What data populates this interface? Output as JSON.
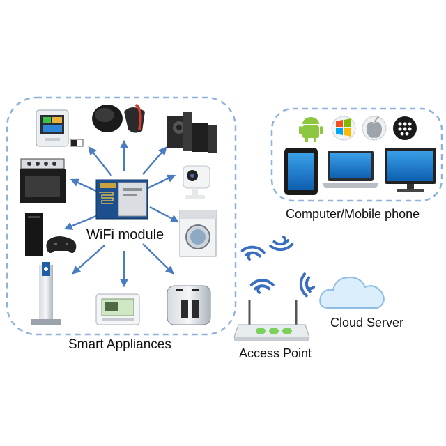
{
  "labels": {
    "wifi_module": "WiFi module",
    "smart_appliances": "Smart Appliances",
    "computer_mobile": "Computer/Mobile phone",
    "access_point": "Access Point",
    "cloud_server": "Cloud Server"
  },
  "colors": {
    "dashed_border": "#8fb3dd",
    "arrow": "#4a7cc2",
    "wifi_signal": "#3a6fc0",
    "led_green": "#7bd15a",
    "cloud": "#dbeefb"
  },
  "icons": [
    "thermostat-icon",
    "smart-watch-icon",
    "speaker-icon",
    "stove-icon",
    "camera-icon",
    "wifi-module-icon",
    "washing-machine-icon",
    "tower-pc-icon",
    "gamepad-icon",
    "charging-post-icon",
    "thermostat-panel-icon",
    "toaster-icon",
    "android-icon",
    "windows-icon",
    "apple-icon",
    "blackberry-icon",
    "phone-icon",
    "laptop-icon",
    "monitor-icon",
    "router-icon",
    "cloud-icon",
    "wifi-signal-icon"
  ]
}
